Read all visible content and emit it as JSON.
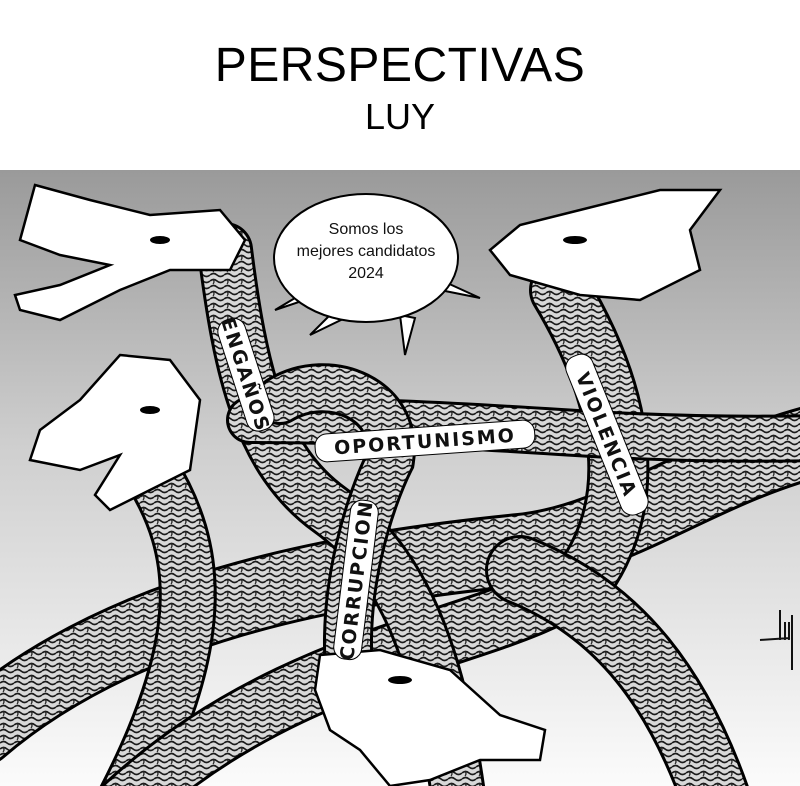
{
  "header": {
    "title": "PERSPECTIVAS",
    "author": "LUY"
  },
  "cartoon": {
    "speech_bubble": [
      "Somos los",
      "mejores candidatos",
      "2024"
    ],
    "labels": {
      "necks": [
        "ENGAÑOS",
        "OPORTUNISMO",
        "CORRUPCION",
        "VIOLENCIA"
      ]
    },
    "signature": "Luy"
  }
}
